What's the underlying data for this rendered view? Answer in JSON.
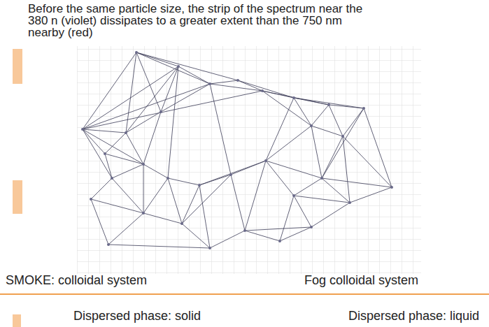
{
  "diagram": {
    "title": "Before the same particle size, the strip of the spectrum near the 380 n (violet) dissipates to a greater extent than the 750 nm nearby (red)",
    "labels": [
      "SMOKE: colloidal system",
      "Fog colloidal system",
      "Dispersed phase: solid",
      "Dispersed phase: liquid"
    ]
  }
}
